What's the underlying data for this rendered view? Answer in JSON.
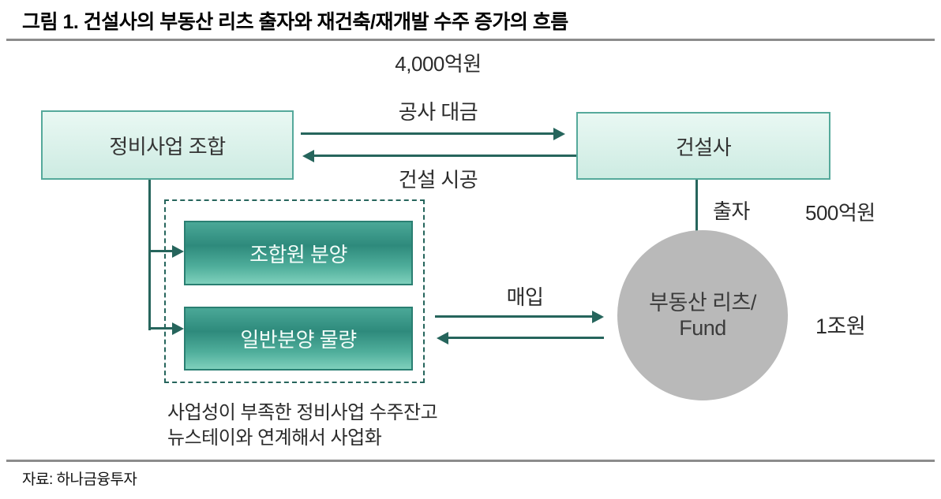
{
  "figure": {
    "title": "그림 1. 건설사의 부동산 리츠 출자와 재건축/재개발 수주 증가의 흐름",
    "source": "자료: 하나금융투자"
  },
  "nodes": {
    "union_box": {
      "label": "정비사업 조합"
    },
    "builder_box": {
      "label": "건설사"
    },
    "member_sale_box": {
      "label": "조합원 분양"
    },
    "general_sale_box": {
      "label": "일반분양 물량"
    },
    "reit_circle": {
      "line1": "부동산 리츠/",
      "line2": "Fund"
    }
  },
  "flows": {
    "payment_amount": "4,000억원",
    "payment_label": "공사 대금",
    "construction_label": "건설 시공",
    "investment_label": "출자",
    "investment_amount": "500억원",
    "purchase_label": "매입",
    "fund_amount": "1조원"
  },
  "annotation": {
    "line1": "사업성이 부족한 정비사업 수주잔고",
    "line2": "뉴스테이와 연계해서 사업화"
  },
  "colors": {
    "arrow": "#26655c",
    "light_box_border": "#55a99b",
    "light_box_top": "#e9f8f3",
    "light_box_bottom": "#cdebe2",
    "dark_box_border": "#2a7f72",
    "dark_box_top": "#4aa897",
    "dark_box_mid": "#2e8a7c",
    "dark_box_low": "#4fae9b",
    "dark_box_bottom": "#7fd0bc",
    "circle_fill": "#b9b9b9",
    "rule": "#8c8c8c",
    "text": "#2b2b2b"
  }
}
